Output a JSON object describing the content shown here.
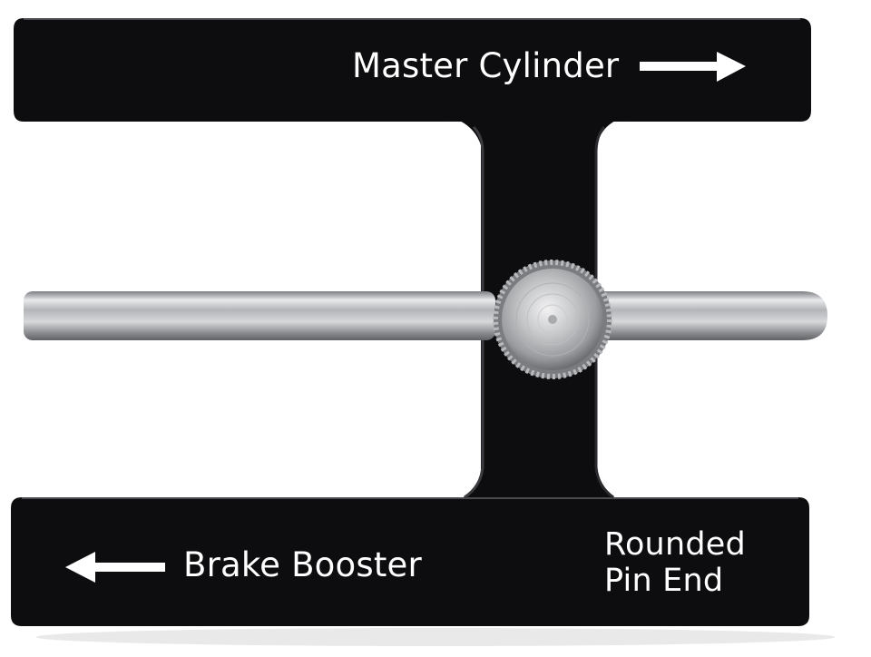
{
  "image": {
    "background_color": "#ffffff",
    "tool_color": "#0d0d0f",
    "pin_color": "#c8c9cb"
  },
  "labels": {
    "master_cylinder": "Master Cylinder",
    "brake_booster": "Brake Booster",
    "pin_end_line1": "Rounded",
    "pin_end_line2": "Pin End"
  },
  "icons": {
    "right_arrow": "arrow-right-icon",
    "left_arrow": "arrow-left-icon"
  }
}
